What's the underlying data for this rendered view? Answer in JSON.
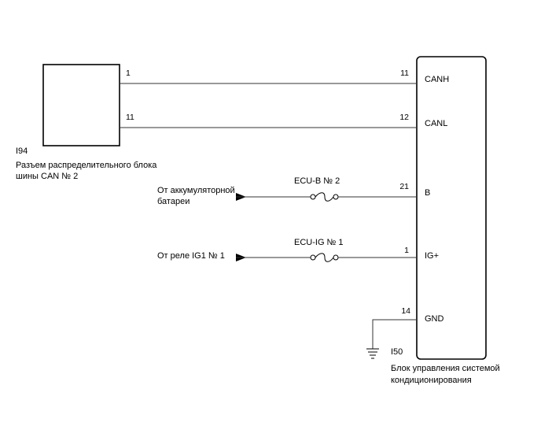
{
  "left_connector": {
    "code": "I94",
    "name_line1": "Разъем распределительного блока",
    "name_line2": "шины CAN № 2",
    "pin_top": "1",
    "pin_bottom": "11"
  },
  "ecu": {
    "code": "I50",
    "name_line1": "Блок управления системой",
    "name_line2": "кондиционирования",
    "terminals": [
      {
        "pin": "11",
        "signal": "CANH"
      },
      {
        "pin": "12",
        "signal": "CANL"
      },
      {
        "pin": "21",
        "signal": "B"
      },
      {
        "pin": "1",
        "signal": "IG+"
      },
      {
        "pin": "14",
        "signal": "GND"
      }
    ]
  },
  "sources": {
    "battery_line1": "От аккумуляторной",
    "battery_line2": "батареи",
    "ig_relay": "От реле IG1 № 1"
  },
  "fuses": {
    "ecu_b": "ECU-B № 2",
    "ecu_ig": "ECU-IG № 1"
  }
}
